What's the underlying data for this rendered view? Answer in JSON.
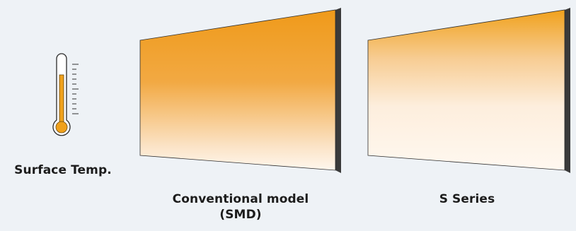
{
  "thermometer": {
    "label": "Surface Temp.",
    "fill_color": "#f0a11c"
  },
  "panels": [
    {
      "name": "conventional",
      "label_line1": "Conventional model",
      "label_line2": "(SMD)",
      "gradient": [
        "#ef9a1a",
        "#f2a943",
        "#fbe7cf",
        "#fff6ec"
      ]
    },
    {
      "name": "s-series",
      "label": "S Series",
      "gradient": [
        "#f0a11c",
        "#f7c98c",
        "#fdeedd",
        "#fff8ef"
      ]
    }
  ],
  "colors": {
    "background": "#eef2f6",
    "panel_edge": "#3a3a3a",
    "thermometer_outline": "#2a2a2a"
  }
}
